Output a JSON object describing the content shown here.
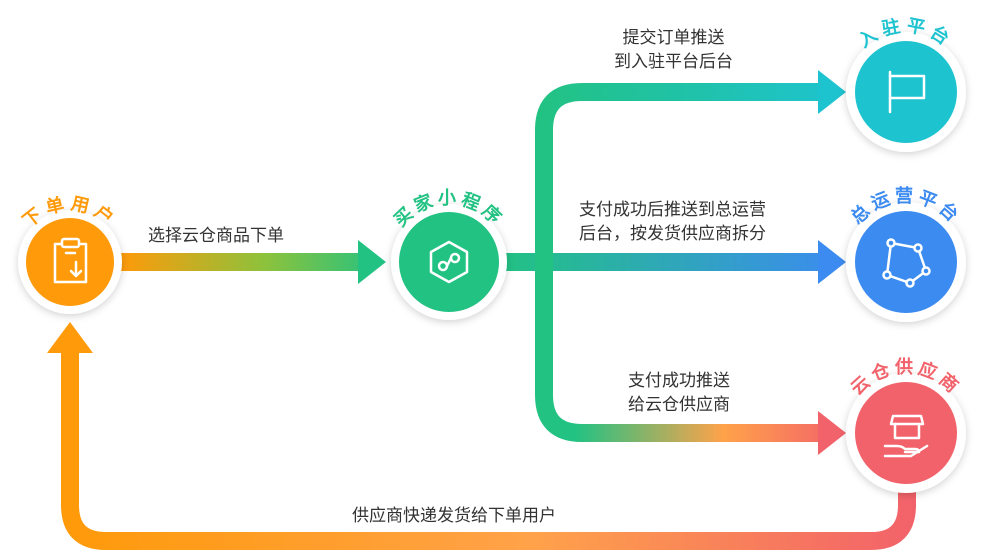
{
  "nodes": {
    "user": {
      "title": "下单用户",
      "icon": "clipboard-download-icon",
      "color": "#FF9A0A"
    },
    "mini": {
      "title": "买家小程序",
      "icon": "mini-program-icon",
      "color": "#22C283"
    },
    "platform": {
      "title": "入驻平台",
      "icon": "flag-icon",
      "color": "#1EC3D0"
    },
    "ops": {
      "title": "总运营平台",
      "icon": "polygon-nodes-icon",
      "color": "#3C8BF0"
    },
    "supplier": {
      "title": "云仓供应商",
      "icon": "box-hand-icon",
      "color": "#F2626A"
    }
  },
  "edges": {
    "order": {
      "line1": "选择云仓商品下单"
    },
    "to_platform": {
      "line1": "提交订单推送",
      "line2": "到入驻平台后台"
    },
    "to_ops": {
      "line1": "支付成功后推送到总运营",
      "line2": "后台，按发货供应商拆分"
    },
    "to_supplier": {
      "line1": "支付成功推送",
      "line2": "给云仓供应商"
    },
    "ship": {
      "line1": "供应商快递发货给下单用户"
    }
  }
}
